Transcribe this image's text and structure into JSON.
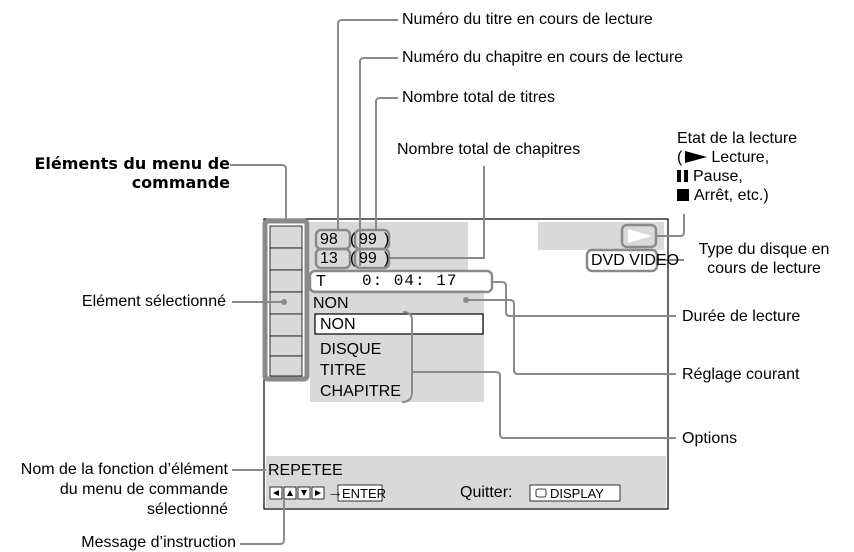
{
  "screen": {
    "title_number": "98",
    "title_total": "99",
    "chapter_number": "13",
    "chapter_total": "99",
    "time_prefix": "T",
    "time": "0: 04: 17",
    "current_setting": "NON",
    "options": [
      "NON",
      "DISQUE",
      "TITRE",
      "CHAPITRE"
    ],
    "disc_type": "DVD VIDEO",
    "function_name": "REPETEE",
    "enter_label": "ENTER",
    "quit_label": "Quitter:",
    "display_label": "DISPLAY"
  },
  "callouts": {
    "menu_items": "Eléments du menu de commande",
    "title_number": "Numéro du titre en cours de lecture",
    "chapter_number": "Numéro du chapitre en cours de lecture",
    "total_titles": "Nombre total de titres",
    "total_chapters": "Nombre total de chapitres",
    "playback_state_title": "Etat de la lecture",
    "playback_state_play": "Lecture,",
    "playback_state_pause": "Pause,",
    "playback_state_stop": "Arrêt, etc.)",
    "disc_type": "Type du disque en cours de lecture",
    "selected_item": "Elément sélectionné",
    "playing_time": "Durée de lecture",
    "current_setting": "Réglage courant",
    "options": "Options",
    "function_name": "Nom de la fonction d’élément du menu de commande sélectionné",
    "instruction": "Message d’instruction"
  }
}
